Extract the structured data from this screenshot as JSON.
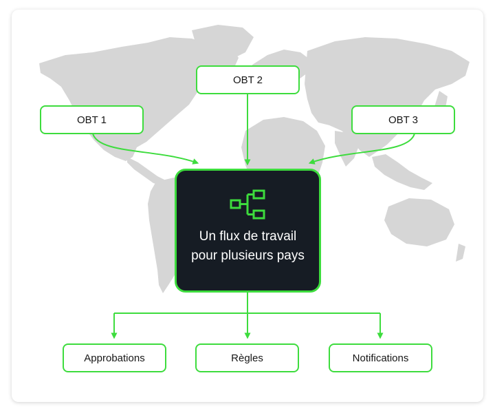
{
  "diagram": {
    "sources": [
      {
        "label": "OBT 1"
      },
      {
        "label": "OBT 2"
      },
      {
        "label": "OBT 3"
      }
    ],
    "center": {
      "title": "Un flux de travail pour plusieurs pays",
      "icon": "workflow-hierarchy-icon"
    },
    "outputs": [
      {
        "label": "Approbations"
      },
      {
        "label": "Règles"
      },
      {
        "label": "Notifications"
      }
    ]
  },
  "colors": {
    "accent": "#3ddc3d",
    "center_bg": "#161c24",
    "map": "#d6d6d6",
    "node_bg": "#ffffff"
  }
}
